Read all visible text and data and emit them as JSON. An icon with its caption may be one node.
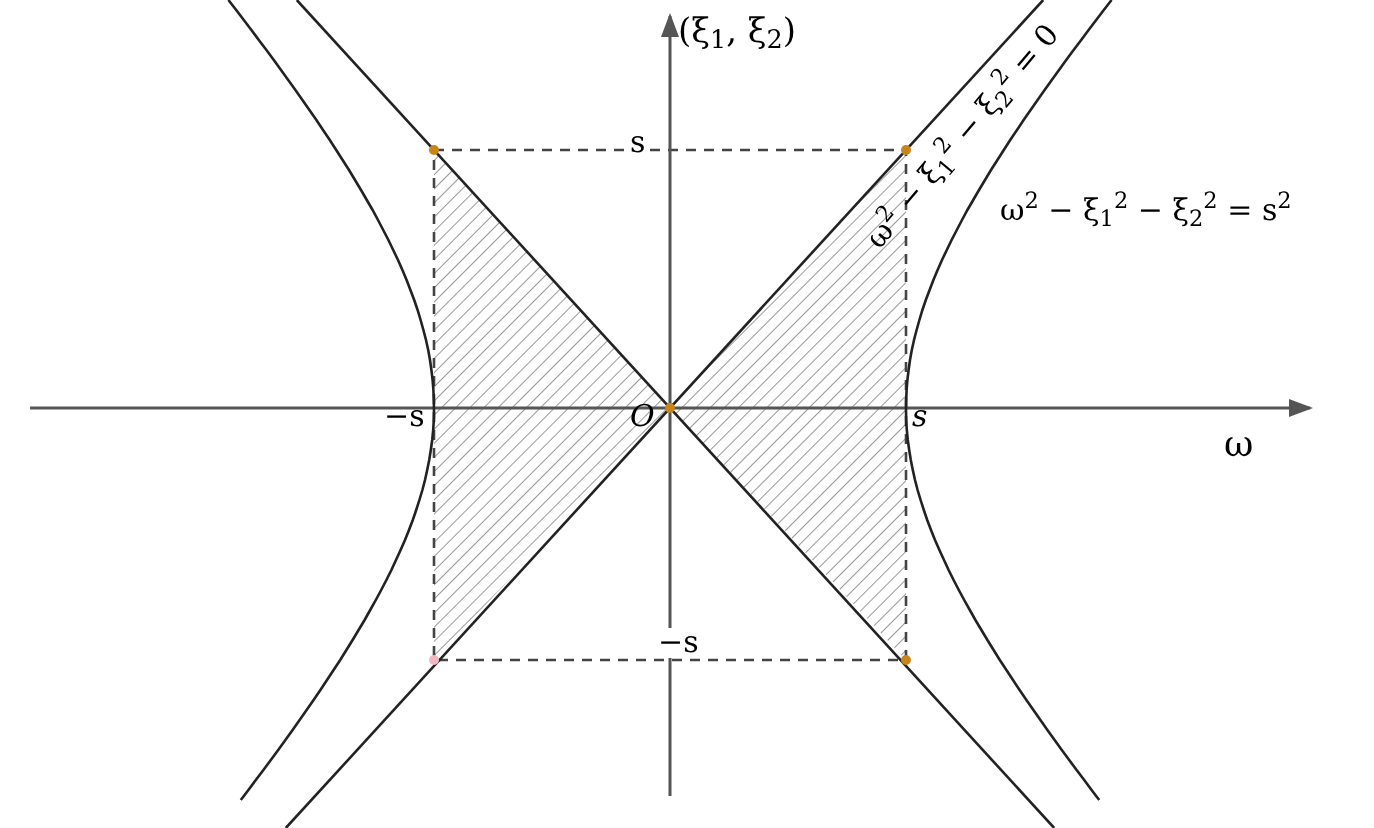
{
  "diagram": {
    "labels": [
      "(ξ$_{1}$, ξ$_{2}$)",
      "s",
      "ω$^{2}$ − ξ$_{1}$$^{2}$ − ξ$_{2}$$^{2}$ = 0",
      "ω$^{2}$ − ξ$_{1}$$^{2}$ − ξ$_{2}$$^{2}$ = s$^{2}$",
      "−s",
      "O",
      "s",
      "ω",
      "−s"
    ]
  }
}
